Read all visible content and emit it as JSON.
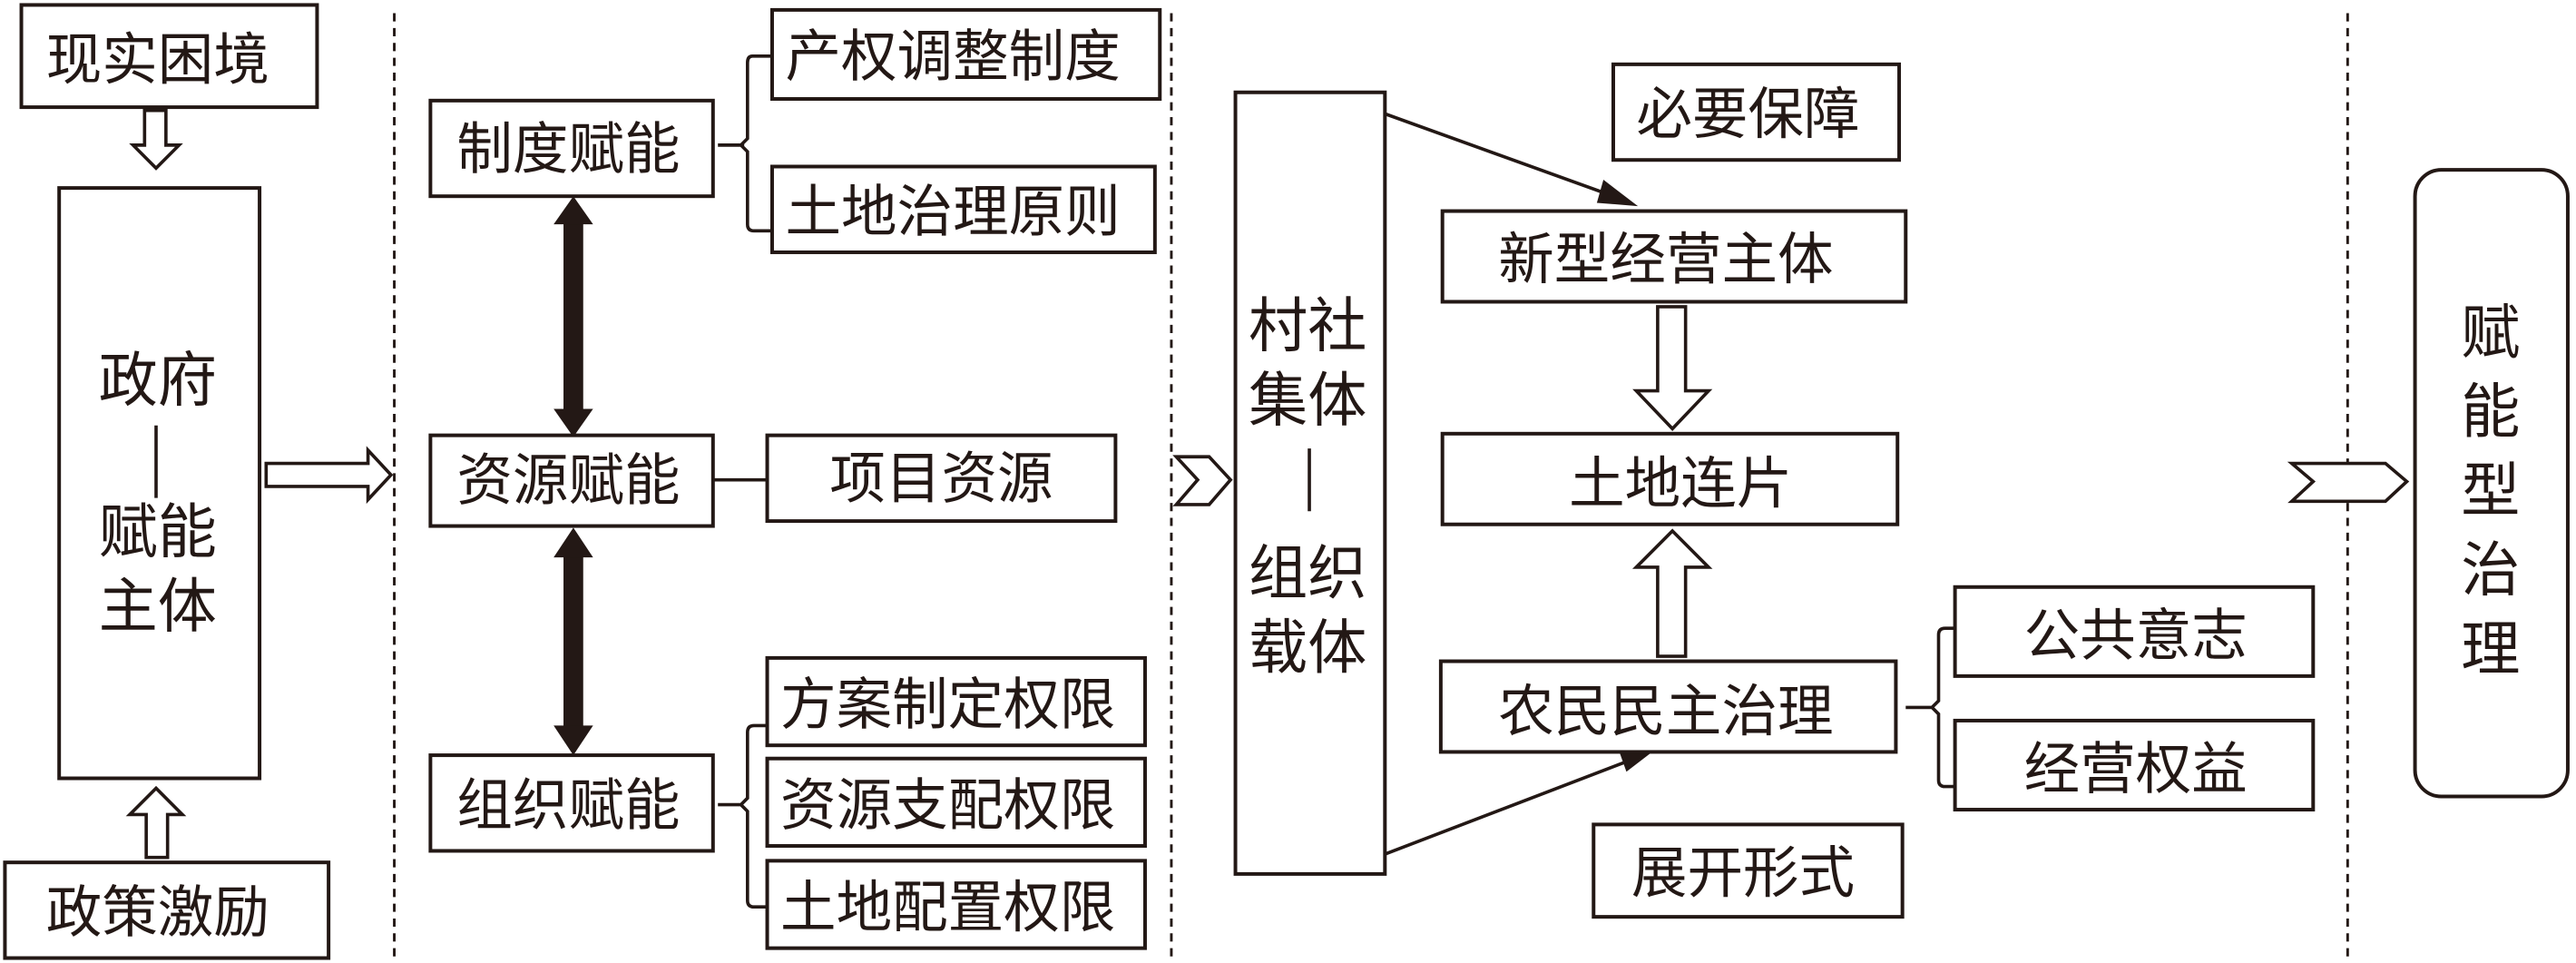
{
  "left": {
    "top_box": "现实困境",
    "main_box": [
      "政府",
      "｜",
      "赋能",
      "主体"
    ],
    "bottom_box": "政策激励"
  },
  "middle": {
    "institution": {
      "label": "制度赋能",
      "children": [
        "产权调整制度",
        "土地治理原则"
      ]
    },
    "resource": {
      "label": "资源赋能",
      "children": [
        "项目资源"
      ]
    },
    "organization": {
      "label": "组织赋能",
      "children": [
        "方案制定权限",
        "资源支配权限",
        "土地配置权限"
      ]
    }
  },
  "carrier": {
    "box": [
      "村社",
      "集体",
      "｜",
      "组织",
      "载体"
    ]
  },
  "process": {
    "guarantee": "必要保障",
    "new_entity": "新型经营主体",
    "land_consolidation": "土地连片",
    "democratic": "农民民主治理",
    "form": "展开形式",
    "democratic_children": [
      "公共意志",
      "经营权益"
    ]
  },
  "result": {
    "box": [
      "赋",
      "能",
      "型",
      "治",
      "理"
    ]
  },
  "colors": {
    "ink": "#231815",
    "background": "#ffffff"
  }
}
